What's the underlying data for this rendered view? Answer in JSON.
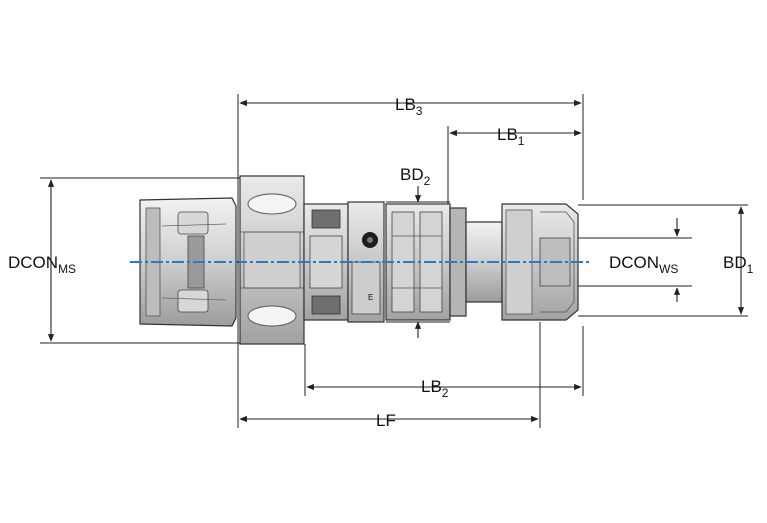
{
  "labels": {
    "lb3": {
      "main": "LB",
      "sub": "3"
    },
    "lb1": {
      "main": "LB",
      "sub": "1"
    },
    "bd2": {
      "main": "BD",
      "sub": "2"
    },
    "dcon_ms": {
      "main": "DCON",
      "sub": "MS"
    },
    "dcon_ws": {
      "main": "DCON",
      "sub": "WS"
    },
    "bd1": {
      "main": "BD",
      "sub": "1"
    },
    "lb2": {
      "main": "LB",
      "sub": "2"
    },
    "lf": {
      "main": "LF"
    }
  },
  "colors": {
    "line": "#222222",
    "part_light": "#dcdcdc",
    "part_mid": "#b9b9b9",
    "part_dark": "#6f6f6f",
    "centerline": "#2e78c8"
  }
}
